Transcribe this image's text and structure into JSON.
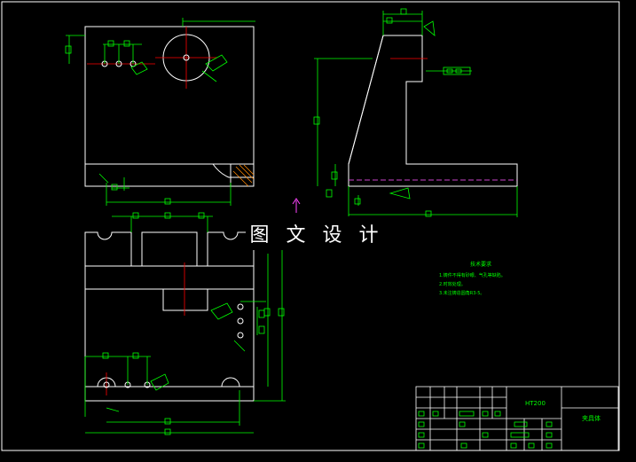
{
  "watermark": {
    "text": "图 文 设 计"
  },
  "title_block": {
    "material": "HT200",
    "part_name": "夹具体"
  },
  "tech_requirements": {
    "heading": "技术要求",
    "lines": [
      "1.铸件不得有砂眼、气孔等缺陷。",
      "2.时效处理。",
      "3.未注铸造圆角R3-5。"
    ]
  },
  "colors": {
    "background": "#000000",
    "outline": "#ffffff",
    "dimension": "#00ff00",
    "centerline": "#ff0000",
    "hidden_line": "#cc44cc",
    "section_hatch": "#ff8800"
  }
}
